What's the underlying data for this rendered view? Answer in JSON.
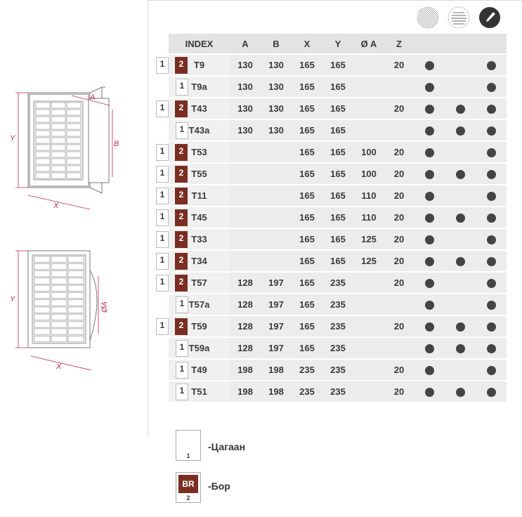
{
  "table": {
    "headers": [
      "INDEX",
      "A",
      "B",
      "X",
      "Y",
      "Ø A",
      "Z",
      "",
      "",
      ""
    ],
    "rows": [
      {
        "colors": [
          "1",
          "2"
        ],
        "index": "T9",
        "A": "130",
        "B": "130",
        "X": "165",
        "Y": "165",
        "OA": "",
        "Z": "20",
        "d1": true,
        "d2": false,
        "d3": true
      },
      {
        "colors": [
          "1"
        ],
        "index": "T9a",
        "A": "130",
        "B": "130",
        "X": "165",
        "Y": "165",
        "OA": "",
        "Z": "",
        "d1": true,
        "d2": false,
        "d3": true
      },
      {
        "colors": [
          "1",
          "2"
        ],
        "index": "T43",
        "A": "130",
        "B": "130",
        "X": "165",
        "Y": "165",
        "OA": "",
        "Z": "20",
        "d1": true,
        "d2": true,
        "d3": true
      },
      {
        "colors": [
          "1"
        ],
        "index": "T43a",
        "A": "130",
        "B": "130",
        "X": "165",
        "Y": "165",
        "OA": "",
        "Z": "",
        "d1": true,
        "d2": true,
        "d3": true
      },
      {
        "colors": [
          "1",
          "2"
        ],
        "index": "T53",
        "A": "",
        "B": "",
        "X": "165",
        "Y": "165",
        "OA": "100",
        "Z": "20",
        "d1": true,
        "d2": false,
        "d3": true
      },
      {
        "colors": [
          "1",
          "2"
        ],
        "index": "T55",
        "A": "",
        "B": "",
        "X": "165",
        "Y": "165",
        "OA": "100",
        "Z": "20",
        "d1": true,
        "d2": true,
        "d3": true
      },
      {
        "colors": [
          "1",
          "2"
        ],
        "index": "T11",
        "A": "",
        "B": "",
        "X": "165",
        "Y": "165",
        "OA": "110",
        "Z": "20",
        "d1": true,
        "d2": false,
        "d3": true
      },
      {
        "colors": [
          "1",
          "2"
        ],
        "index": "T45",
        "A": "",
        "B": "",
        "X": "165",
        "Y": "165",
        "OA": "110",
        "Z": "20",
        "d1": true,
        "d2": true,
        "d3": true
      },
      {
        "colors": [
          "1",
          "2"
        ],
        "index": "T33",
        "A": "",
        "B": "",
        "X": "165",
        "Y": "165",
        "OA": "125",
        "Z": "20",
        "d1": true,
        "d2": false,
        "d3": true
      },
      {
        "colors": [
          "1",
          "2"
        ],
        "index": "T34",
        "A": "",
        "B": "",
        "X": "165",
        "Y": "165",
        "OA": "125",
        "Z": "20",
        "d1": true,
        "d2": true,
        "d3": true
      },
      {
        "colors": [
          "1",
          "2"
        ],
        "index": "T57",
        "A": "128",
        "B": "197",
        "X": "165",
        "Y": "235",
        "OA": "",
        "Z": "20",
        "d1": true,
        "d2": false,
        "d3": true
      },
      {
        "colors": [
          "1"
        ],
        "index": "T57a",
        "A": "128",
        "B": "197",
        "X": "165",
        "Y": "235",
        "OA": "",
        "Z": "",
        "d1": true,
        "d2": false,
        "d3": true
      },
      {
        "colors": [
          "1",
          "2"
        ],
        "index": "T59",
        "A": "128",
        "B": "197",
        "X": "165",
        "Y": "235",
        "OA": "",
        "Z": "20",
        "d1": true,
        "d2": true,
        "d3": true
      },
      {
        "colors": [
          "1"
        ],
        "index": "T59a",
        "A": "128",
        "B": "197",
        "X": "165",
        "Y": "235",
        "OA": "",
        "Z": "",
        "d1": true,
        "d2": true,
        "d3": true
      },
      {
        "colors": [
          "1"
        ],
        "index": "T49",
        "A": "198",
        "B": "198",
        "X": "235",
        "Y": "235",
        "OA": "",
        "Z": "20",
        "d1": true,
        "d2": false,
        "d3": true
      },
      {
        "colors": [
          "1"
        ],
        "index": "T51",
        "A": "198",
        "B": "198",
        "X": "235",
        "Y": "235",
        "OA": "",
        "Z": "20",
        "d1": true,
        "d2": true,
        "d3": true
      }
    ]
  },
  "icons": [
    "insect-mesh-icon",
    "louvre-shutter-icon",
    "paintable-brush-icon"
  ],
  "diagram1": {
    "dims": [
      "A",
      "B",
      "Y",
      "X"
    ]
  },
  "diagram2": {
    "dims": [
      "Y",
      "ØA",
      "X"
    ]
  },
  "legend": {
    "white": {
      "num": "1",
      "label": "-Цагаан"
    },
    "brown": {
      "code": "BR",
      "num": "2",
      "label": "-Бор"
    }
  },
  "colors": {
    "brown": "#7a2e22",
    "dot": "#444444",
    "dimension": "#c0295a"
  }
}
